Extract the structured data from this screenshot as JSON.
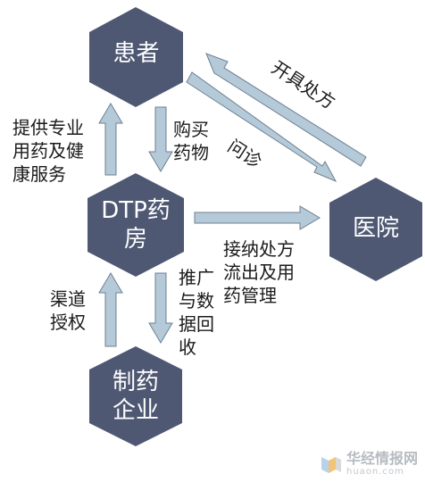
{
  "nodes": {
    "patient": "患者",
    "hospital": "医院",
    "dtp_pharmacy": "DTP药\n房",
    "pharma_company": "制药\n企业"
  },
  "flows": {
    "dtp_to_patient": "提供专业\n用药及健\n康服务",
    "patient_to_dtp": "购买\n药物",
    "dtp_to_hospital": "接纳处方\n流出及用\n药管理",
    "company_to_dtp": "渠道\n授权",
    "dtp_to_company": "推广\n与数\n据回\n收",
    "hospital_to_patient": "开具处方",
    "patient_to_hospital": "问诊"
  },
  "watermark": {
    "brand": "华经情报网",
    "domain": "huaon.com"
  },
  "colors": {
    "hexagon": "#4f5873",
    "arrow_fill": "#b4cad9",
    "arrow_stroke": "#6f7f91",
    "text": "#1a1a1a"
  }
}
